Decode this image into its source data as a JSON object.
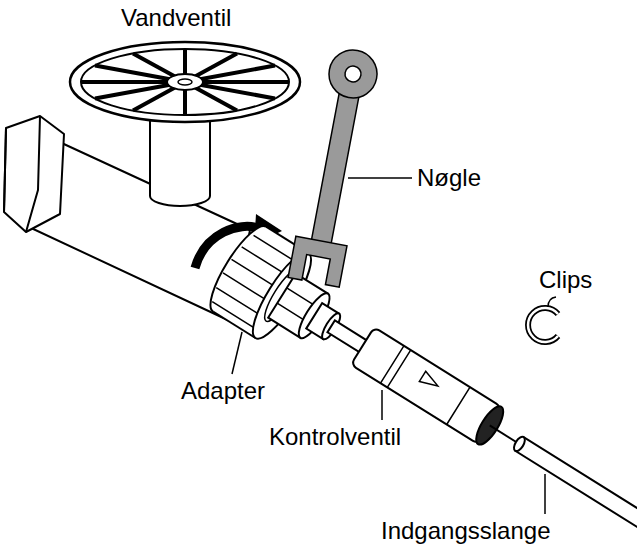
{
  "diagram": {
    "labels": [
      "Vandventil",
      "Nøgle",
      "Clips",
      "Adapter",
      "Kontrolventil",
      "Indgangsslange"
    ]
  }
}
